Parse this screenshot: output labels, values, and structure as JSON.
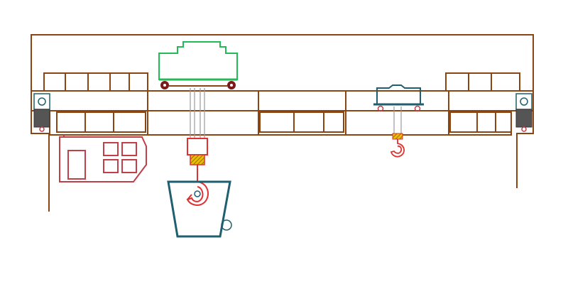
{
  "diagram": {
    "subject": "overhead-crane",
    "colors": {
      "structure": "#8B4513",
      "main-trolley": "#22BB55",
      "aux-trolley": "#1F5F6F",
      "hook": "#E03030",
      "hook-block-fill": "#E8C000",
      "ladle": "#1F5F6F",
      "cab": "#C0404A",
      "end-truck-box": "#1F5F6F",
      "end-truck-motor": "#555555",
      "wheel": "#7A1A1A",
      "rope": "#999999"
    },
    "parts": [
      "outer-frame",
      "main-girder",
      "operator-cab",
      "main-trolley",
      "auxiliary-trolley",
      "main-hook",
      "auxiliary-hook",
      "ladle",
      "left-end-truck",
      "right-end-truck"
    ]
  }
}
